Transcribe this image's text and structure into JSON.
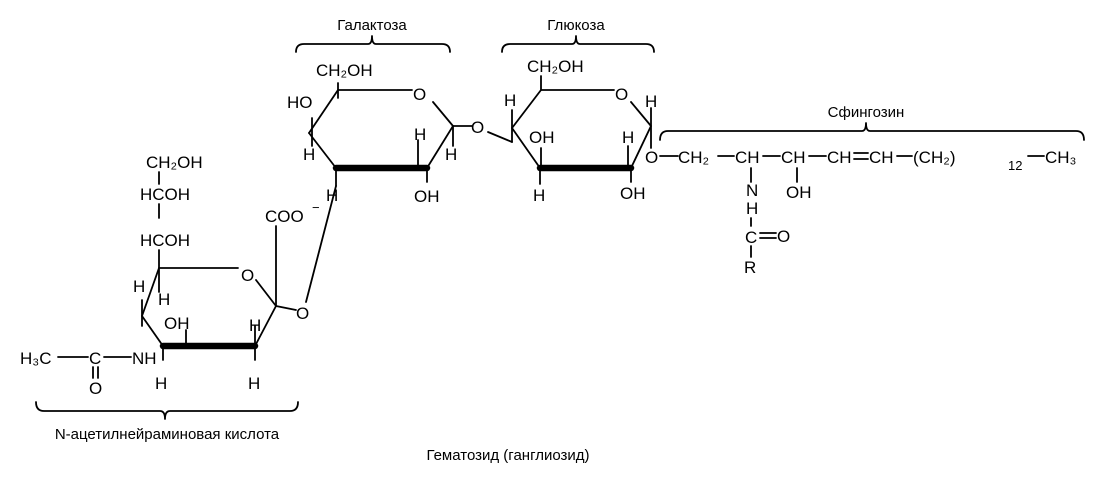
{
  "labels": {
    "galactose": "Галактоза",
    "glucose": "Глюкоза",
    "sphingosine": "Сфингозин",
    "nana": "N-ацетилнейраминовая кислота",
    "caption": "Гематозид (ганглиозид)"
  },
  "atoms": {
    "ch2oh": "CH₂OH",
    "hcoh": "HCOH",
    "coo": "COO",
    "coo_charge": "−",
    "h3c": "H₃C",
    "c": "C",
    "o": "O",
    "nh": "NH",
    "n": "N",
    "h": "H",
    "oh": "OH",
    "ho": "HO",
    "r": "R"
  },
  "sphingosine_chain": {
    "ch2": "CH₂",
    "ch": "CH",
    "ch_eq": "CH",
    "ch2_group": "(CH₂)",
    "count": "12",
    "ch3": "CH₃"
  }
}
